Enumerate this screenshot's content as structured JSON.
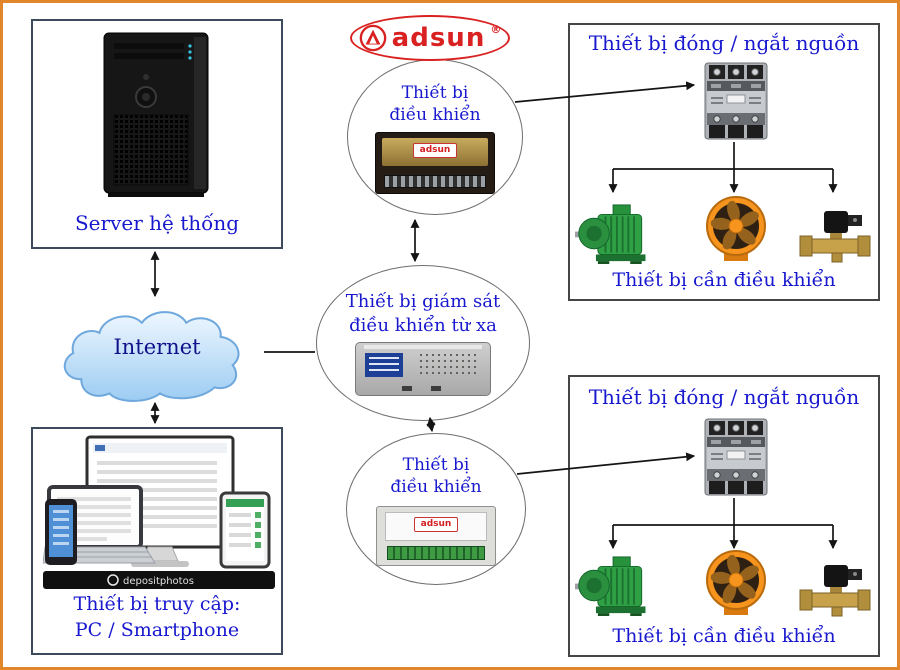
{
  "colors": {
    "accent_text": "#1818cf",
    "canvas_border": "#e2862b",
    "logo_red": "#d92121"
  },
  "logo": {
    "text": "adsun",
    "reg": "®"
  },
  "server": {
    "label": "Server hệ thống"
  },
  "internet": {
    "label": "Internet"
  },
  "monitor_hub": {
    "line1": "Thiết bị giám sát",
    "line2": "điều khiển từ xa"
  },
  "controller_top": {
    "line1": "Thiết bị",
    "line2": "điều khiển",
    "brand": "adsun"
  },
  "controller_bottom": {
    "line1": "Thiết bị",
    "line2": "điều khiển",
    "brand": "adsun"
  },
  "power_top": {
    "title": "Thiết bị đóng / ngắt nguồn",
    "caption": "Thiết bị cần điều khiển"
  },
  "power_bottom": {
    "title": "Thiết bị đóng / ngắt nguồn",
    "caption": "Thiết bị cần điều khiển"
  },
  "access": {
    "line1": "Thiết bị truy cập:",
    "line2": "PC / Smartphone",
    "watermark": "depositphotos"
  }
}
